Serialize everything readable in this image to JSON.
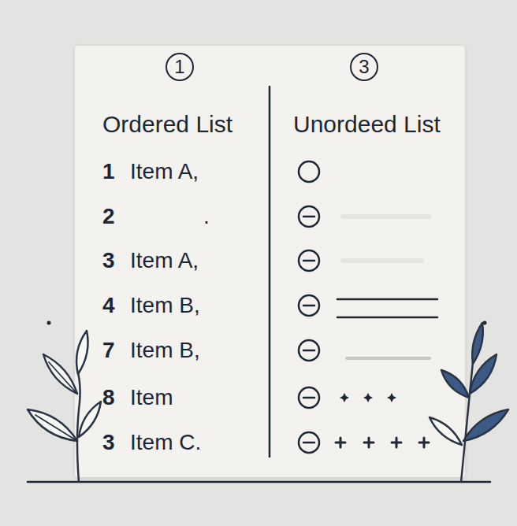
{
  "diagram": {
    "nodes": [
      {
        "text": [
          "Ordered List",
          "Unordeed List",
          "1",
          "Item A,",
          "2",
          ".",
          "3",
          "Item A,",
          "4",
          "Item B,",
          "7",
          "Item B,",
          "8",
          "Item",
          "3",
          "Item C."
        ]
      },
      {
        "text": [
          "1"
        ],
        "in": 0
      },
      {
        "text": [
          "3"
        ],
        "in": 0
      }
    ]
  }
}
